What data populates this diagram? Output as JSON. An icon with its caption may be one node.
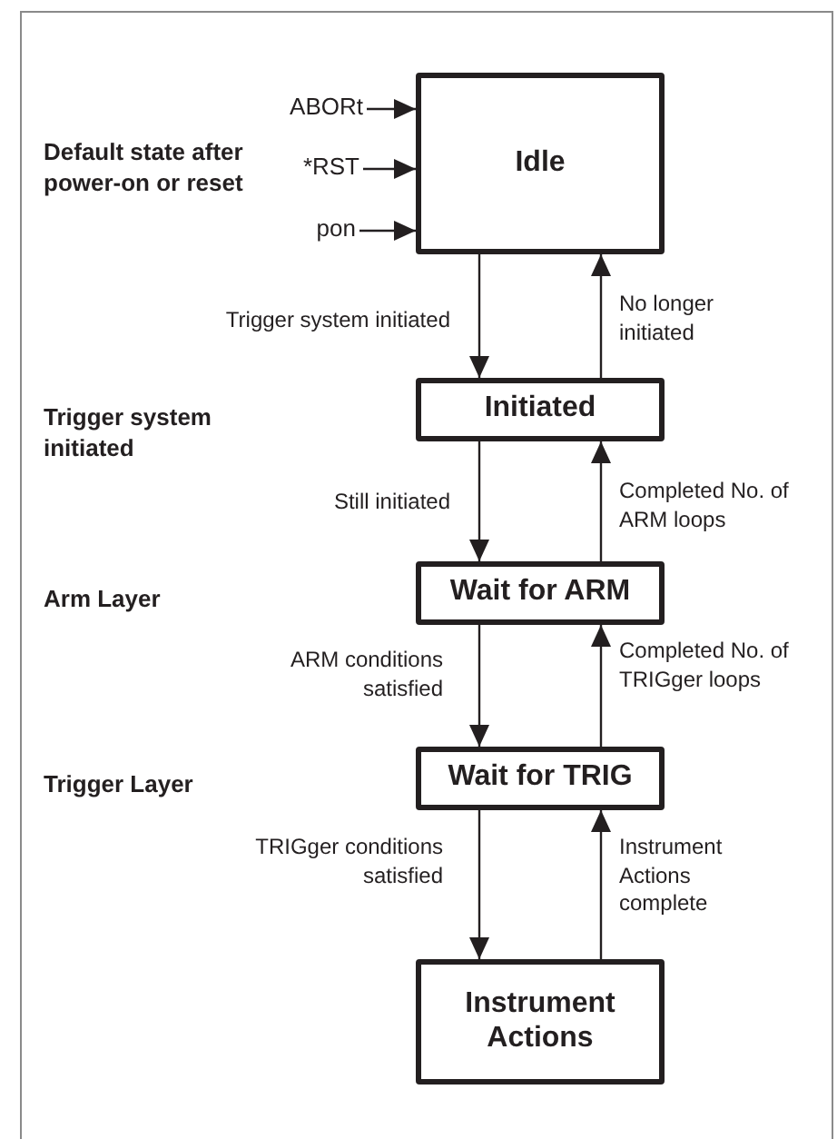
{
  "diagram": {
    "nodes": [
      {
        "text": [
          "ABORt"
        ]
      },
      {
        "text": [
          "*RST"
        ]
      },
      {
        "text": [
          "pon"
        ]
      },
      {
        "text": [
          "Idle"
        ]
      },
      {
        "text": [
          "Initiated"
        ]
      },
      {
        "text": [
          "Wait for ARM"
        ]
      },
      {
        "text": [
          "Wait for TRIG"
        ]
      },
      {
        "text": [
          "Instrument Actions"
        ]
      }
    ],
    "edges": [
      {
        "from": 0,
        "to": 3,
        "arrow": "to"
      },
      {
        "from": 1,
        "to": 3,
        "arrow": "to"
      },
      {
        "from": 2,
        "to": 3,
        "arrow": "to"
      },
      {
        "from": 3,
        "to": 4,
        "arrow": "to",
        "label": "Trigger system initiated"
      },
      {
        "from": 4,
        "to": 3,
        "arrow": "to",
        "label": "No longer initiated"
      },
      {
        "from": 4,
        "to": 5,
        "arrow": "to",
        "label": "Still initiated"
      },
      {
        "from": 5,
        "to": 4,
        "arrow": "to",
        "label": "Completed No. of ARM loops"
      },
      {
        "from": 5,
        "to": 6,
        "arrow": "to",
        "label": "ARM conditions satisfied"
      },
      {
        "from": 6,
        "to": 5,
        "arrow": "to",
        "label": "Completed No. of TRIGger loops"
      },
      {
        "from": 6,
        "to": 7,
        "arrow": "to",
        "label": "TRIGger conditions satisfied"
      },
      {
        "from": 7,
        "to": 6,
        "arrow": "to",
        "label": "Instrument Actions complete"
      }
    ],
    "labels": [
      "Default state after power-on or reset",
      "Trigger system initiated",
      "Arm Layer",
      "Trigger Layer"
    ]
  }
}
